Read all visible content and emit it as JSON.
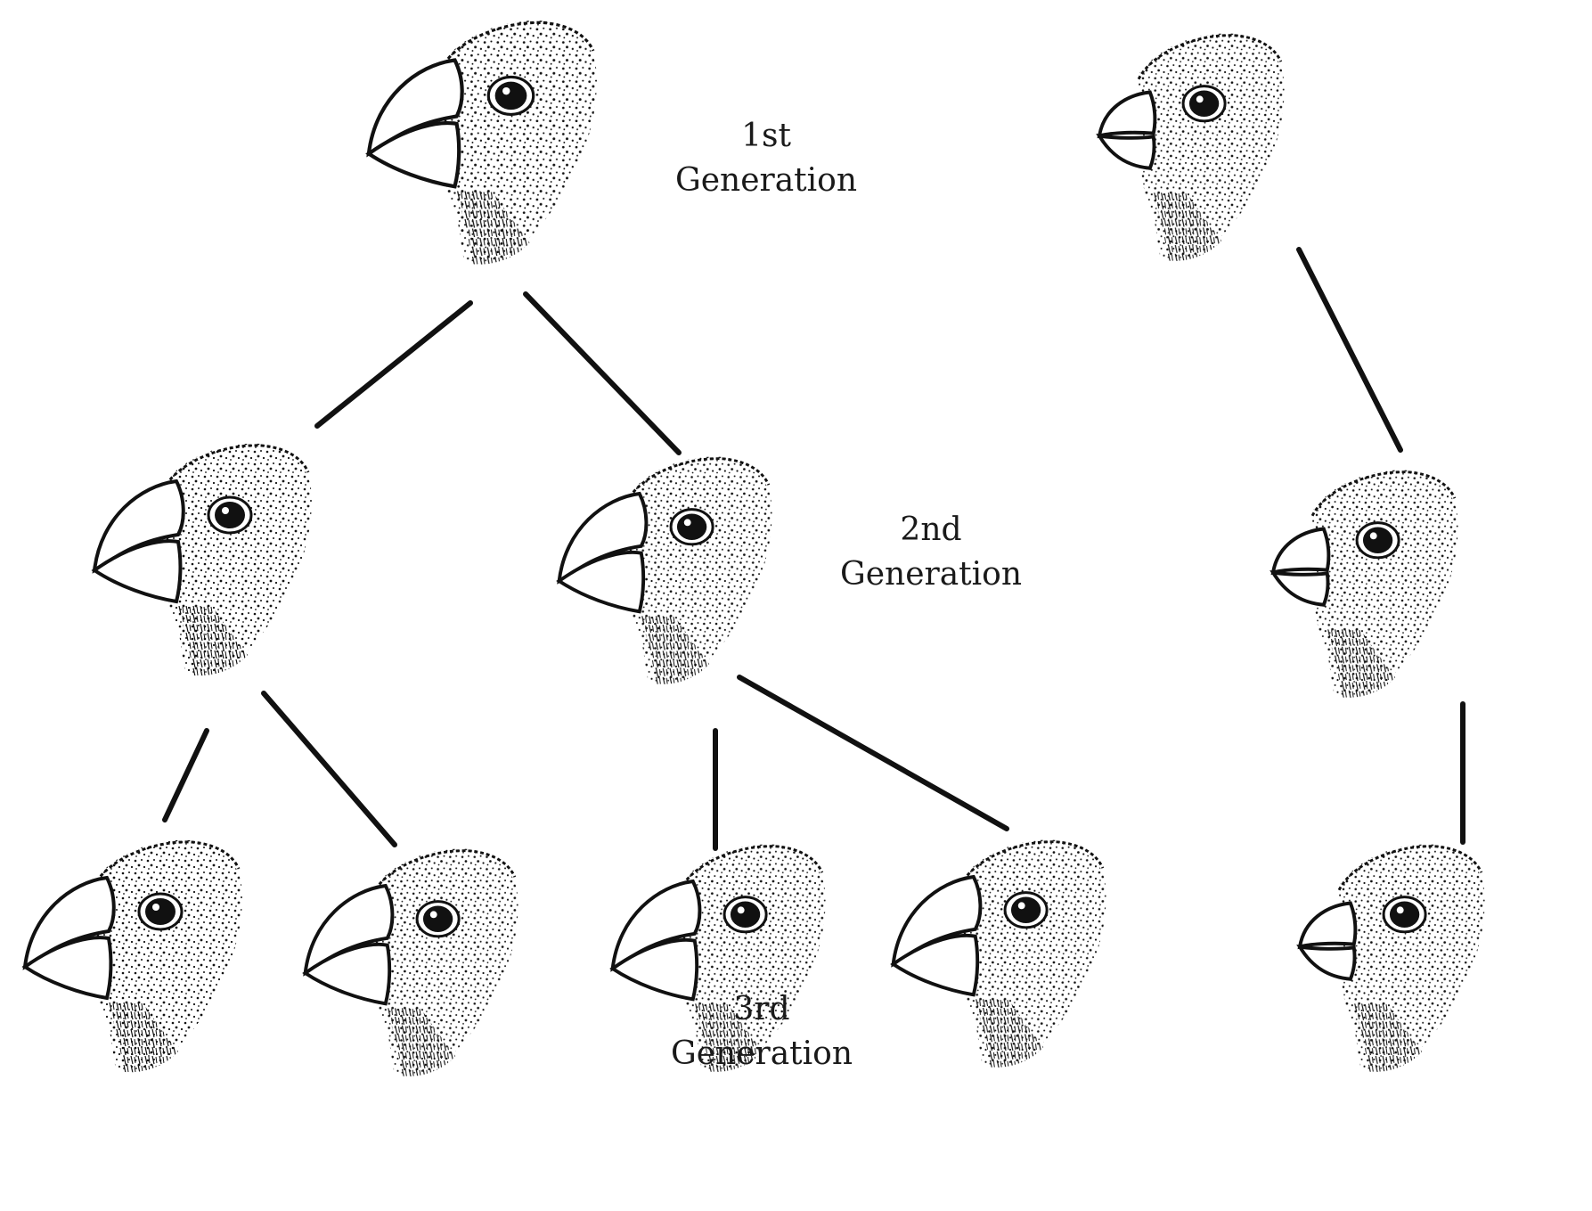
{
  "labels": {
    "gen1": {
      "ordinal": "1st",
      "word": "Generation"
    },
    "gen2": {
      "ordinal": "2nd",
      "word": "Generation"
    },
    "gen3": {
      "ordinal": "3rd",
      "word": "Generation"
    }
  },
  "colors": {
    "ink": "#111111",
    "background": "#ffffff"
  },
  "trees": [
    {
      "name": "large-beak-lineage",
      "beak": "large",
      "generations": [
        1,
        2,
        4
      ]
    },
    {
      "name": "small-beak-lineage",
      "beak": "small",
      "generations": [
        1,
        1,
        1
      ]
    }
  ]
}
